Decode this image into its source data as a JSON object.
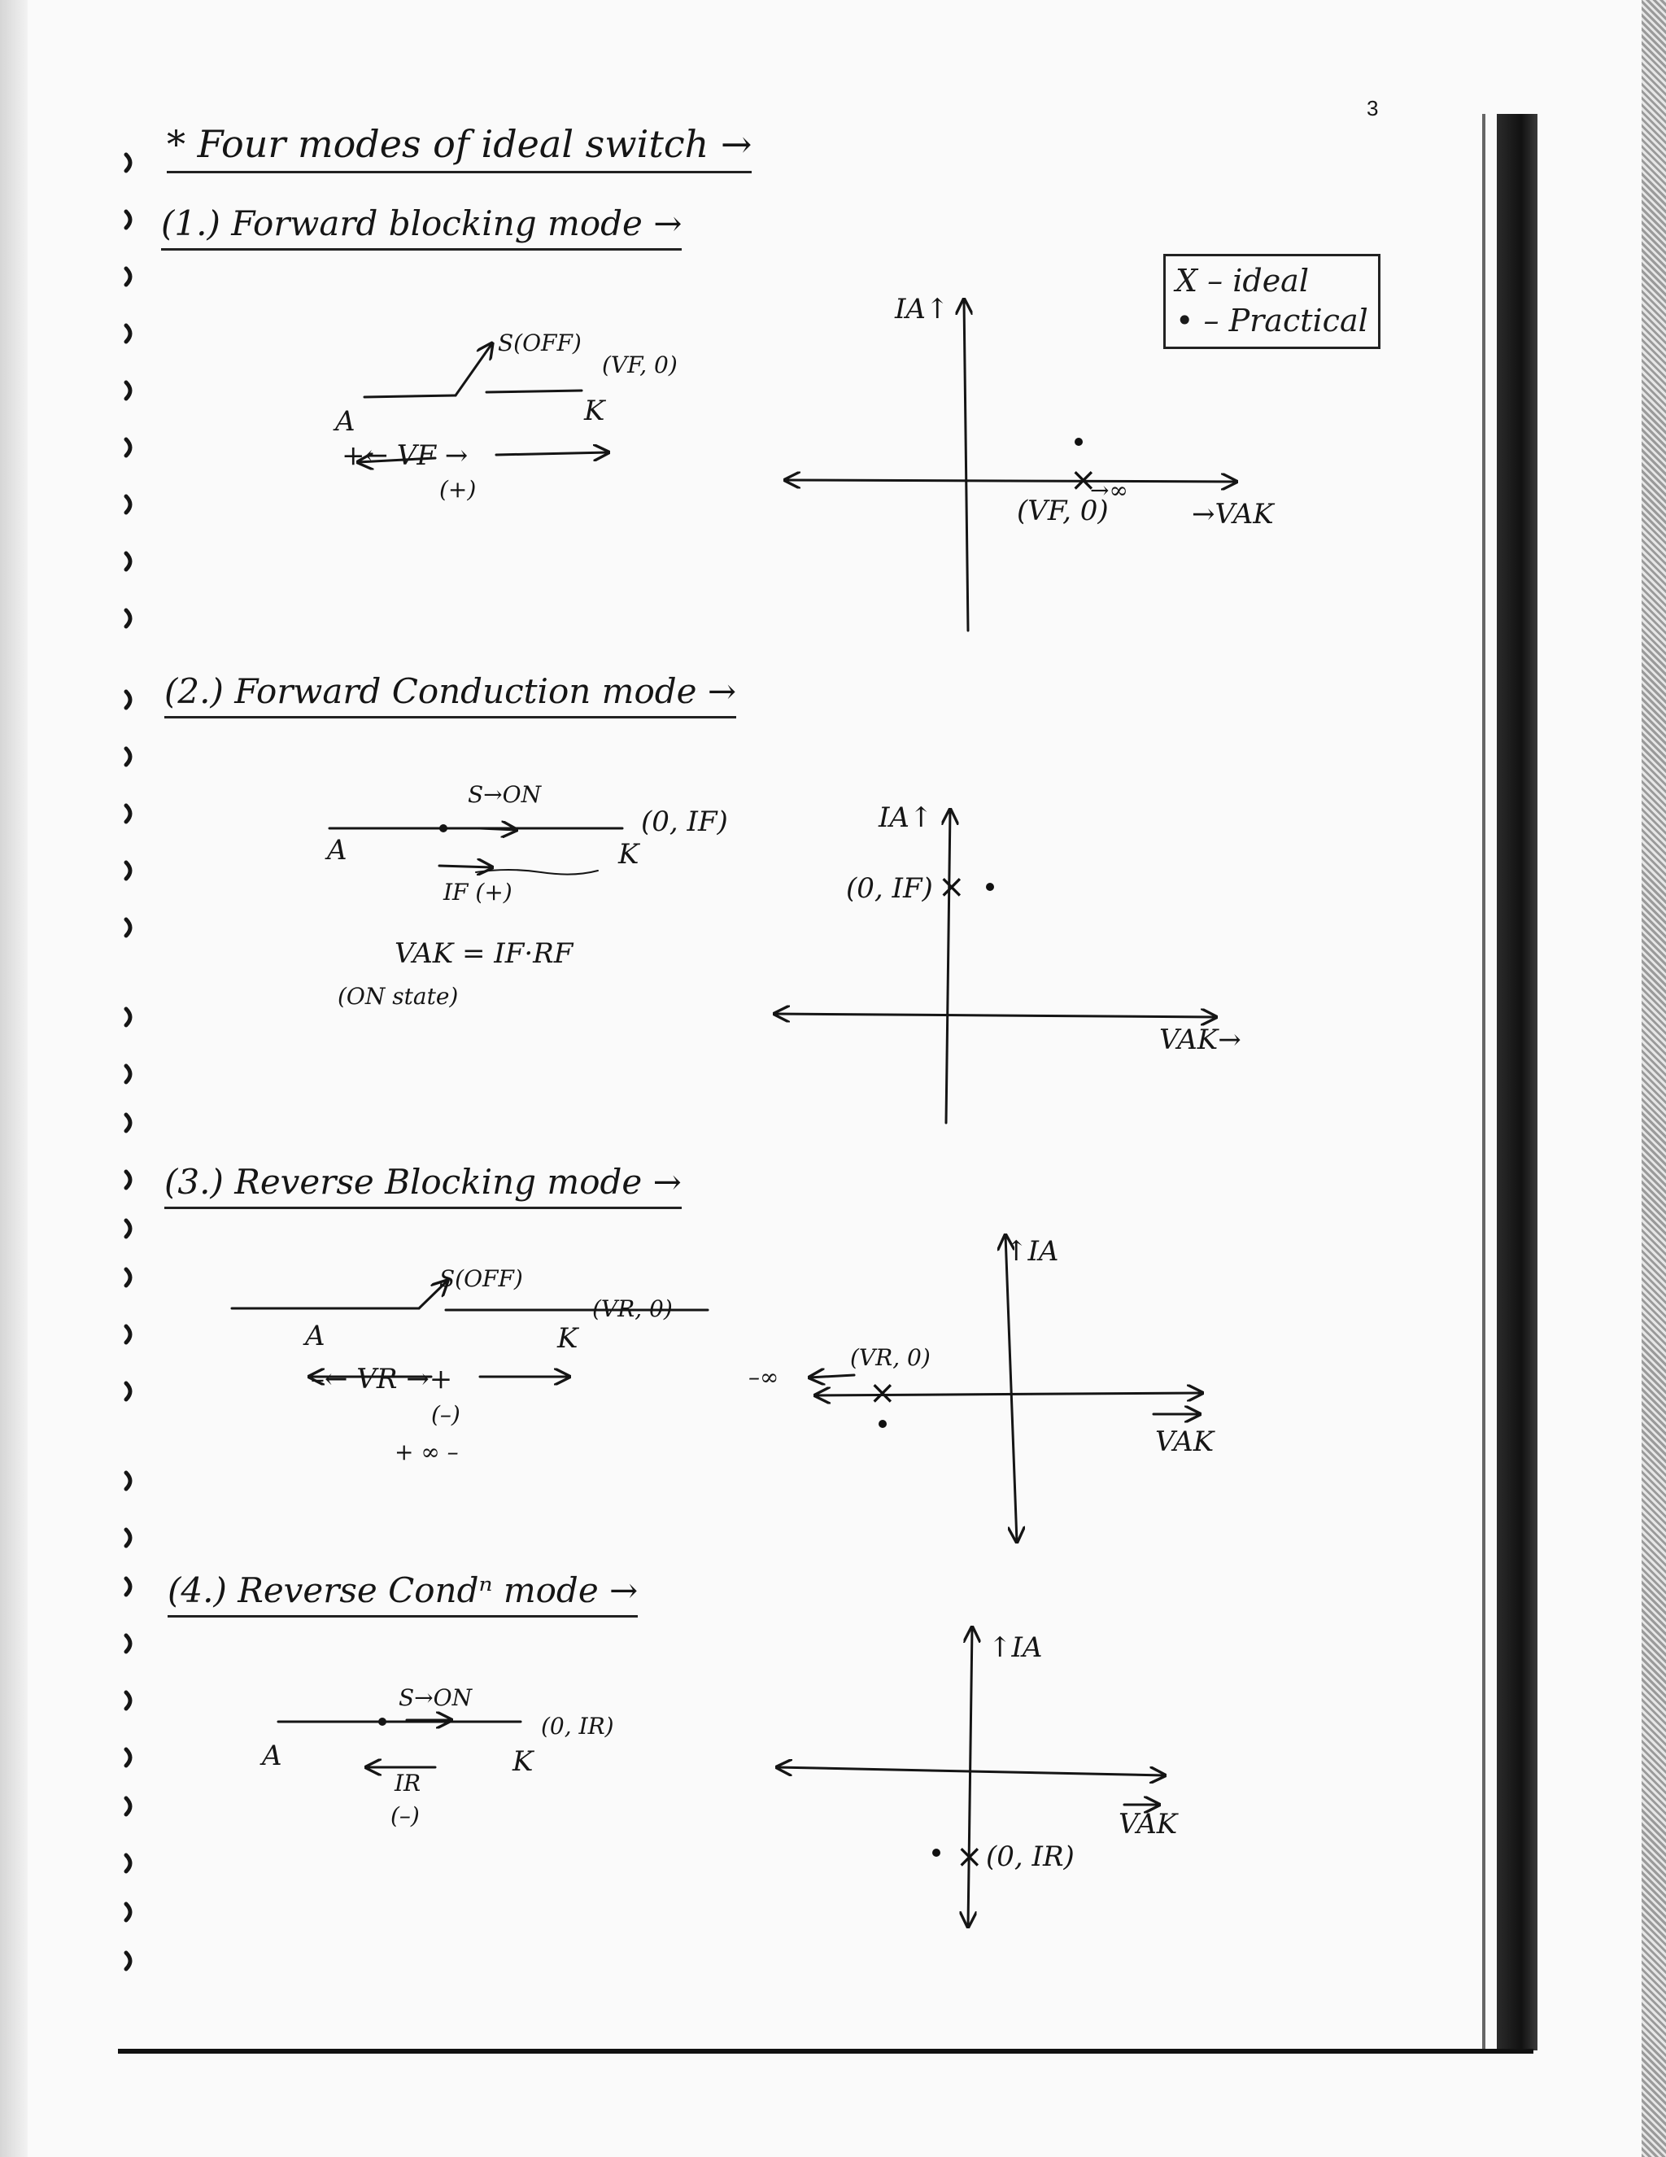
{
  "page_number": "3",
  "title": "* Four modes of ideal switch →",
  "legend": {
    "ideal": "X – ideal",
    "practical": "• – Practical"
  },
  "modes": [
    {
      "heading": "(1.) Forward blocking mode →",
      "switch_label": "S(OFF)",
      "point_label": "(VF, 0)",
      "node_a": "A",
      "node_k": "K",
      "voltage": "+← VF →",
      "sign": "(+)",
      "graph": {
        "y_axis": "IA↑",
        "x_axis": "→VAK",
        "marker_label": "(VF, 0)",
        "infinity": "→∞"
      }
    },
    {
      "heading": "(2.) Forward Conduction mode →",
      "switch_label": "S→ON",
      "point_label": "(0, IF)",
      "node_a": "A",
      "node_k": "K",
      "current": "IF (+)",
      "equation": "VAK = IF·RF",
      "note": "(ON state)",
      "graph": {
        "y_axis": "IA↑",
        "x_axis": "VAK→",
        "marker_label": "(0, IF)"
      }
    },
    {
      "heading": "(3.) Reverse Blocking mode →",
      "switch_label": "S(OFF)",
      "point_label": "(VR, 0)",
      "node_a": "A",
      "node_k": "K",
      "voltage": "–← VR →+",
      "sign": "(–)",
      "infinity_note": "+ ∞ –",
      "graph": {
        "y_axis": "↑IA",
        "x_axis": "VAK",
        "marker_label": "(VR, 0)",
        "neg_infinity": "–∞"
      }
    },
    {
      "heading": "(4.) Reverse Condⁿ mode →",
      "switch_label": "S→ON",
      "point_label": "(0, IR)",
      "node_a": "A",
      "node_k": "K",
      "current": "IR",
      "sign": "(–)",
      "graph": {
        "y_axis": "↑IA",
        "x_axis": "VAK",
        "marker_label": "(0, IR)"
      }
    }
  ]
}
